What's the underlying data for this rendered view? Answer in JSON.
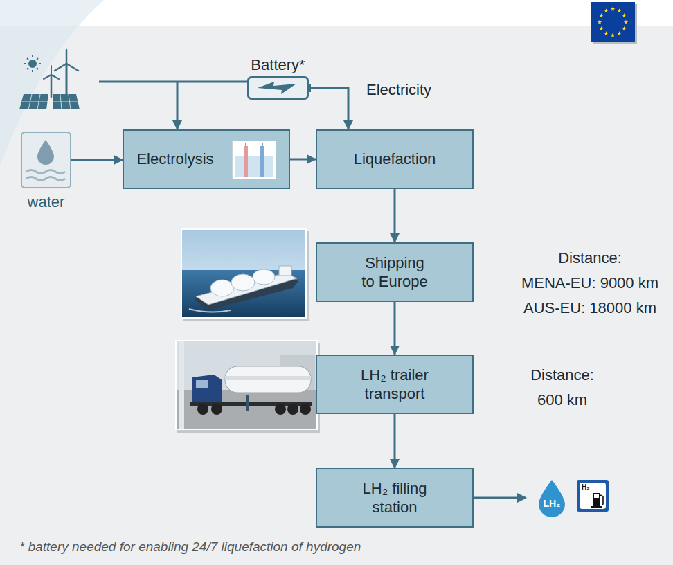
{
  "diagram": {
    "nodes": [
      {
        "text": [
          "Battery*"
        ]
      },
      {
        "text": [
          "water"
        ]
      },
      {
        "text": [
          "Electrolysis"
        ]
      },
      {
        "text": [
          "Liquefaction"
        ]
      },
      {
        "text": [
          "Shipping to Europe"
        ]
      },
      {
        "text": [
          "LH₂ trailer transport"
        ]
      },
      {
        "text": [
          "LH₂ filling station"
        ]
      },
      {
        "text": [
          "LH₂"
        ]
      }
    ],
    "edges": [
      {
        "from": 1,
        "to": 2,
        "arrow": "to"
      },
      {
        "from": 2,
        "to": 3,
        "arrow": "to"
      },
      {
        "from": 0,
        "to": 3,
        "arrow": "to",
        "label": "Electricity"
      },
      {
        "from": 3,
        "to": 4,
        "arrow": "to"
      },
      {
        "from": 4,
        "to": 5,
        "arrow": "to"
      },
      {
        "from": 5,
        "to": 6,
        "arrow": "to"
      },
      {
        "from": 6,
        "to": 7,
        "arrow": "to"
      }
    ],
    "labels": [
      "Distance:",
      "MENA-EU: 9000 km",
      "AUS-EU: 18000 km",
      "Distance:",
      "600 km",
      "* battery needed for enabling 24/7 liquefaction of hydrogen",
      "H₂"
    ]
  }
}
